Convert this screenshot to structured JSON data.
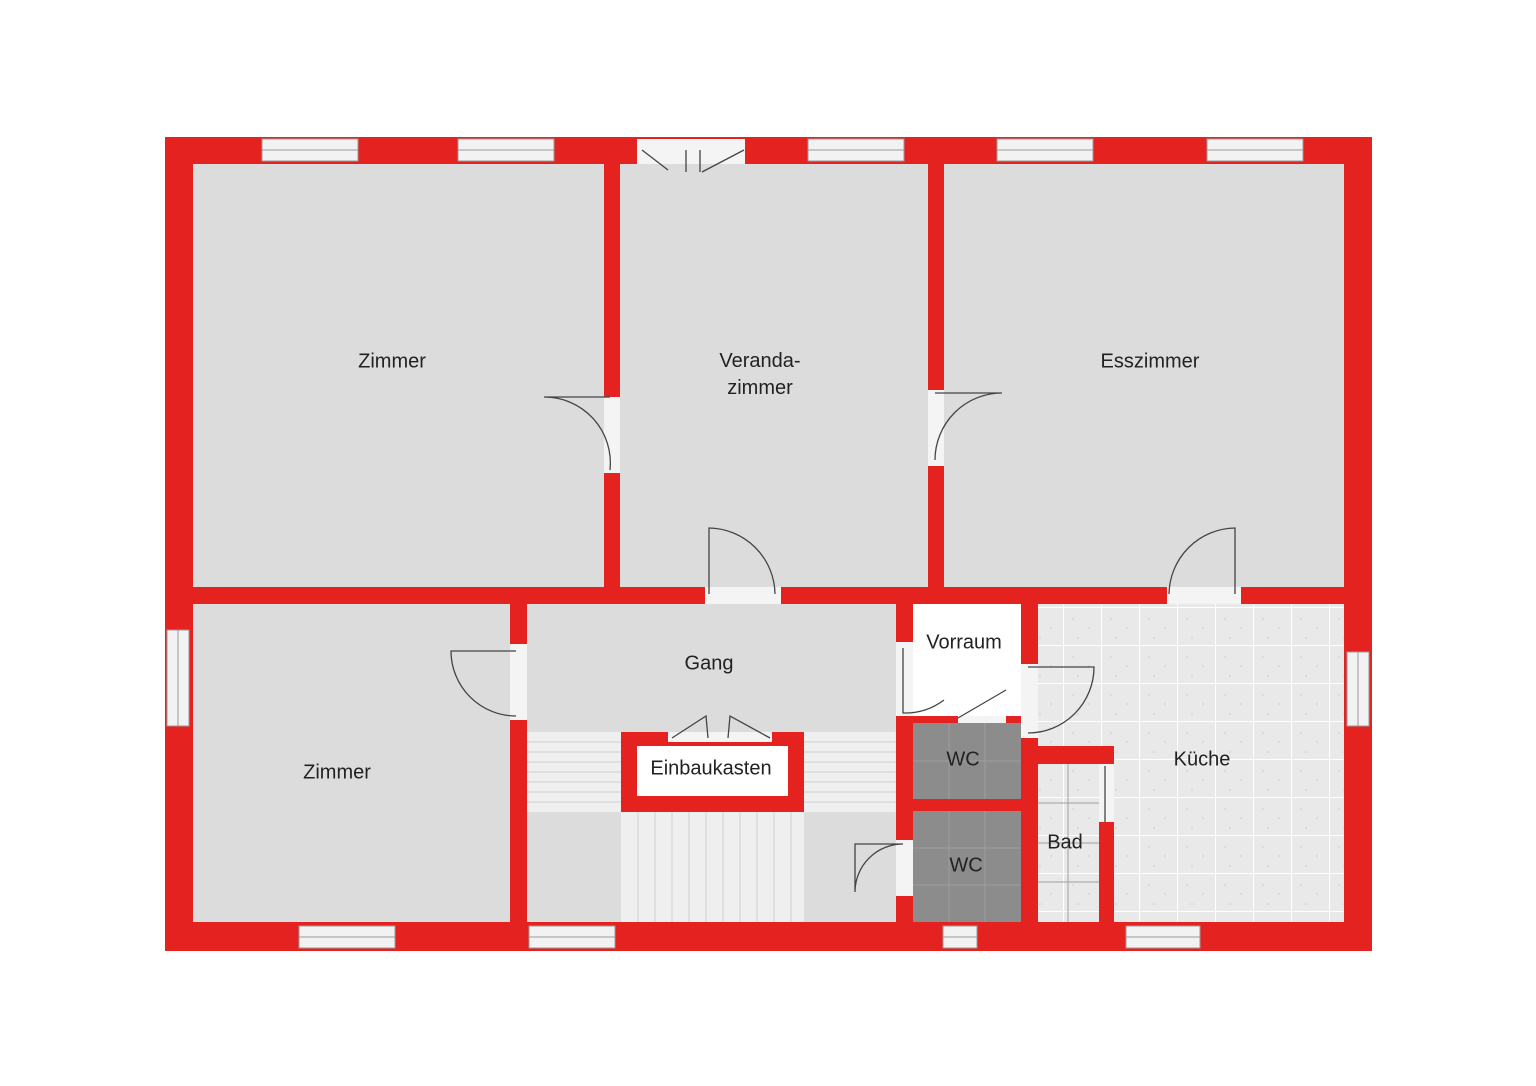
{
  "colors": {
    "wall": "#e42320",
    "floor": "#dcdcdc",
    "wet_floor": "#8c8c8c",
    "kitchen_floor": "#e9e9e9",
    "vestibule_floor": "#ffffff"
  },
  "rooms": {
    "zimmer_top": "Zimmer",
    "veranda_line1": "Veranda-",
    "veranda_line2": "zimmer",
    "esszimmer": "Esszimmer",
    "zimmer_bottom": "Zimmer",
    "gang": "Gang",
    "einbaukasten": "Einbaukasten",
    "vorraum": "Vorraum",
    "wc_upper": "WC",
    "wc_lower": "WC",
    "bad": "Bad",
    "kueche": "Küche"
  }
}
